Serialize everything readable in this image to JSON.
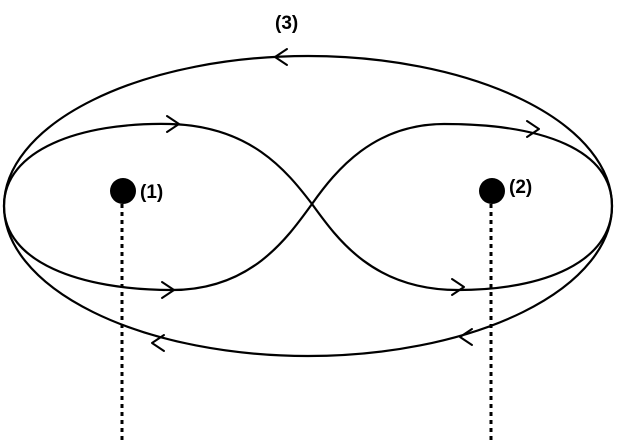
{
  "diagram": {
    "labels": {
      "loop_outer": "(3)",
      "charge_left": "(1)",
      "charge_right": "(2)"
    },
    "colors": {
      "stroke": "#000000",
      "background": "#ffffff"
    }
  }
}
